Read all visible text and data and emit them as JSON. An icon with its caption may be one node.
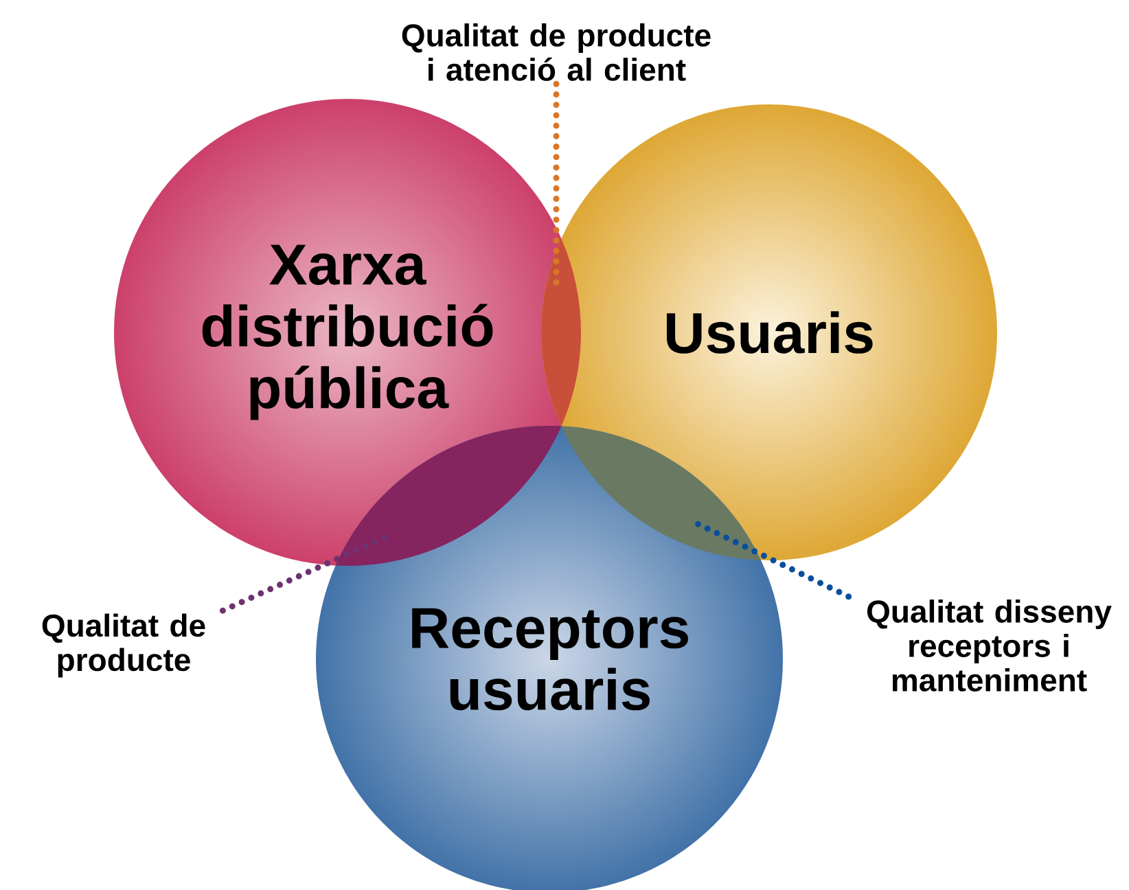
{
  "diagram": {
    "nodes": [
      {
        "text": [
          "Xarxa distribució pública"
        ]
      },
      {
        "text": [
          "Usuaris"
        ]
      },
      {
        "text": [
          "Receptors usuaris"
        ]
      },
      {
        "text": [
          "Qualitat de producte i atenció al client"
        ]
      },
      {
        "text": [
          "Qualitat de producte"
        ]
      },
      {
        "text": [
          "Qualitat disseny receptors i manteniment"
        ]
      },
      {
        "text": [],
        "shape": "lens"
      },
      {
        "text": [],
        "shape": "lens"
      },
      {
        "text": [],
        "shape": "lens"
      }
    ],
    "edges": [
      {
        "from": 3,
        "to": 6,
        "arrow": "none",
        "style": "dashed",
        "color": "#d97628"
      },
      {
        "from": 4,
        "to": 7,
        "arrow": "none",
        "style": "dashed",
        "color": "#6e3270"
      },
      {
        "from": 5,
        "to": 8,
        "arrow": "none",
        "style": "dashed",
        "color": "#0a4f9c"
      }
    ]
  }
}
